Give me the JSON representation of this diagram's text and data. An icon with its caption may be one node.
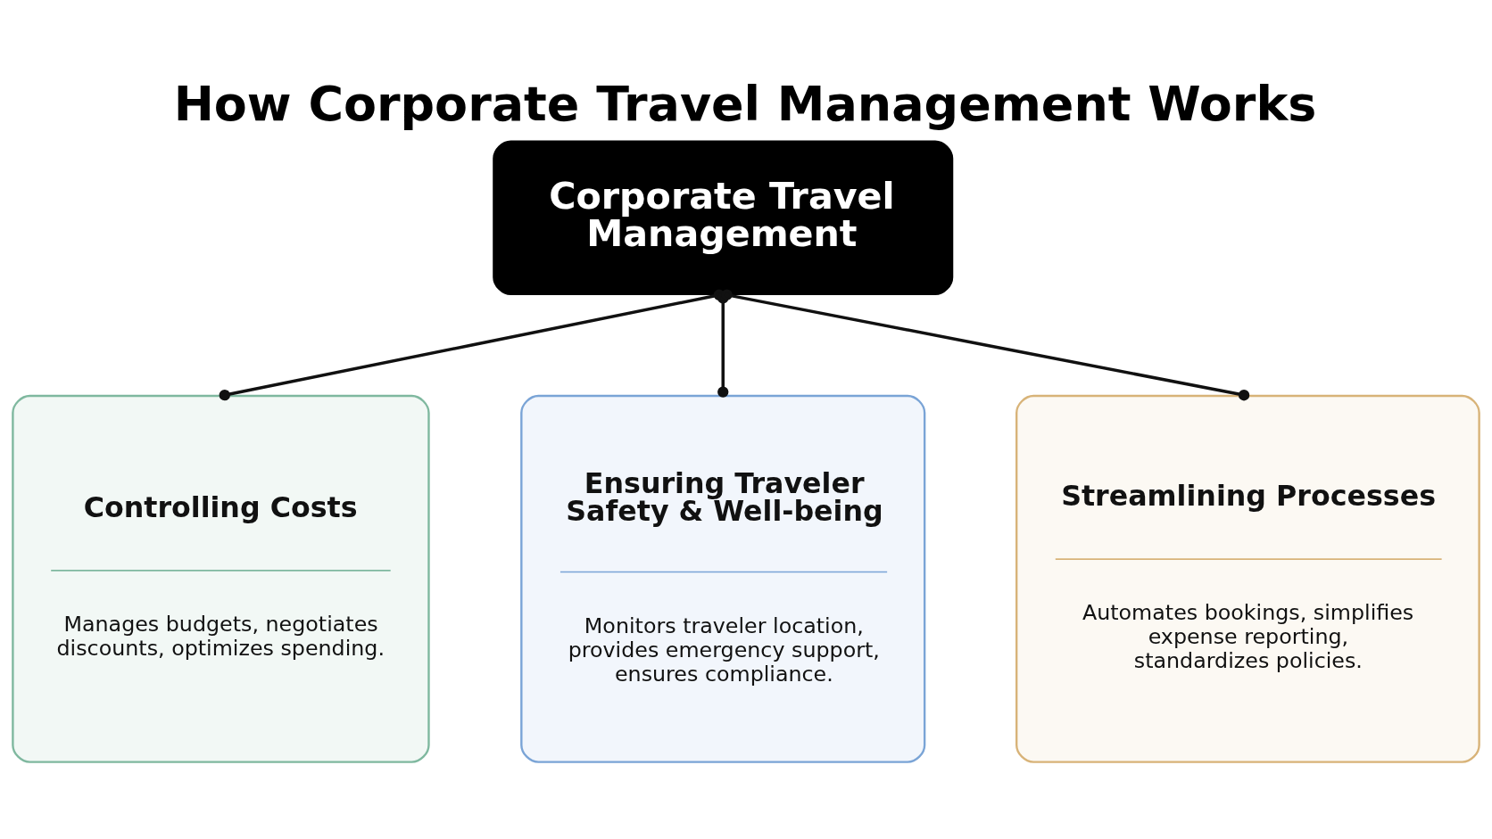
{
  "diagram": {
    "title": "How Corporate Travel Management Works",
    "nodes": [
      {
        "text": [
          "Corporate Travel Management"
        ]
      },
      {
        "text": [
          "Controlling Costs",
          "Manages budgets, negotiates discounts, optimizes spending."
        ]
      },
      {
        "text": [
          "Ensuring Traveler Safety & Well-being",
          "Monitors traveler location, provides emergency support, ensures compliance."
        ]
      },
      {
        "text": [
          "Streamlining Processes",
          "Automates bookings, simplifies expense reporting, standardizes policies."
        ]
      }
    ],
    "edges": [
      {
        "from": 0,
        "to": 1,
        "arrow": "other"
      },
      {
        "from": 0,
        "to": 2,
        "arrow": "other"
      },
      {
        "from": 0,
        "to": 3,
        "arrow": "other"
      }
    ]
  }
}
